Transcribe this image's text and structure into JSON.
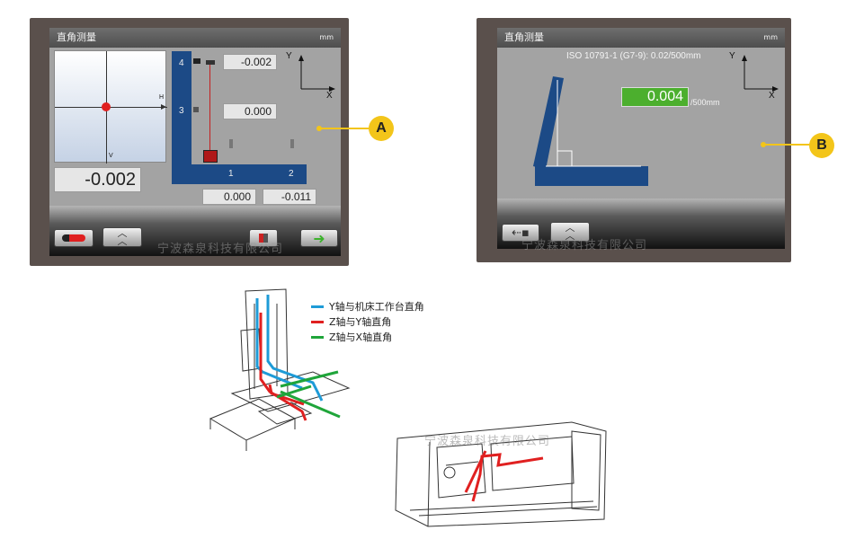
{
  "panel_a": {
    "title": "直角测量",
    "unit": "mm",
    "main_value": "-0.002",
    "h_label": "H",
    "v_label": "V",
    "positions": [
      "4",
      "3",
      "1",
      "2"
    ],
    "reading_4": "-0.002",
    "reading_3": "0.000",
    "reading_1": "0.000",
    "reading_2": "-0.011",
    "axis_y": "Y",
    "axis_x": "X",
    "callout": "A",
    "watermark": "宁波森泉科技有限公司"
  },
  "panel_b": {
    "title": "直角测量",
    "unit": "mm",
    "standard": "ISO 10791-1 (G7-9): 0.02/500mm",
    "value": "0.004",
    "value_unit": "/500mm",
    "axis_y": "Y",
    "axis_x": "X",
    "callout": "B",
    "watermark": "宁波森泉科技有限公司"
  },
  "legend": {
    "items": [
      {
        "label": "Y轴与机床工作台直角",
        "color": "#1e9bd7"
      },
      {
        "label": "Z轴与Y轴直角",
        "color": "#e02020"
      },
      {
        "label": "Z轴与X轴直角",
        "color": "#1fa53a"
      }
    ]
  },
  "lathe_watermark": "宁波森泉科技有限公司",
  "colors": {
    "accent_blue": "#1c4a86",
    "green_display": "#4caf2e",
    "callout": "#f3c51a"
  }
}
